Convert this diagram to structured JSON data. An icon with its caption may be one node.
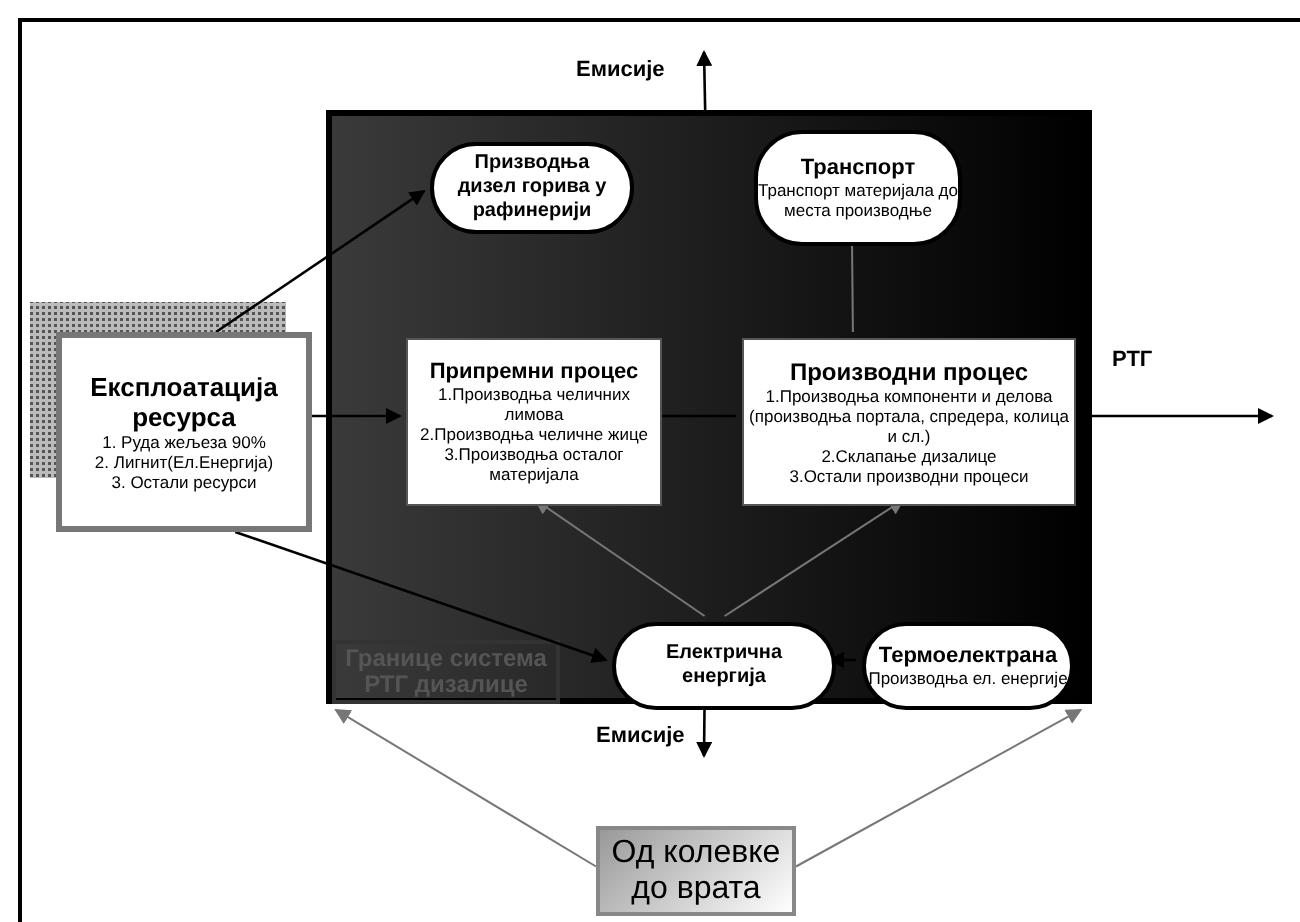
{
  "diagram": {
    "nodes": [
      {
        "text": [
          "Границе система РТГ дизалице"
        ]
      },
      {
        "text": [
          "Призводња дизел горива у рафинерији"
        ],
        "in": 0
      },
      {
        "text": [
          "Транспорт",
          "Транспорт материјала до места производње"
        ],
        "in": 0
      },
      {
        "text": [
          "Експлоатација ресурса",
          "1. Руда жељеза 90%",
          "2. Лигнит(Ел.Енергија)",
          "3. Остали ресурси"
        ]
      },
      {
        "text": [
          "Припремни процес",
          "1.Производња челичних лимова",
          "2.Производња челичне жице",
          "3.Производња осталог материјала"
        ],
        "in": 0
      },
      {
        "text": [
          "Производни процес",
          "1.Производња компоненти и делова (производња портала, спредера, колица и сл.)",
          "2.Склапање дизалице",
          "3.Остали производни процеси"
        ],
        "in": 0
      },
      {
        "text": [
          "Електрична енергија"
        ],
        "in": 0
      },
      {
        "text": [
          "Термоелектрана",
          "Производња ел. енергије"
        ],
        "in": 0
      },
      {
        "text": [
          "Од колевке до врата"
        ]
      }
    ],
    "edges": [
      {
        "from": 3,
        "to": 1,
        "arrow": "to"
      },
      {
        "from": 3,
        "to": 4,
        "arrow": "to"
      },
      {
        "from": 4,
        "to": 5,
        "arrow": "none"
      },
      {
        "from": 5,
        "to": null,
        "arrow": "to",
        "label": "РТГ"
      },
      {
        "from": 3,
        "to": 6,
        "arrow": "to"
      },
      {
        "from": 7,
        "to": 6,
        "arrow": "to"
      },
      {
        "from": 6,
        "to": 4,
        "arrow": "to",
        "color": "#777777"
      },
      {
        "from": 6,
        "to": 5,
        "arrow": "to",
        "color": "#777777"
      },
      {
        "from": 2,
        "to": 5,
        "arrow": "none",
        "color": "#777777"
      },
      {
        "from": 0,
        "to": null,
        "arrow": "to",
        "label": "Емисије"
      },
      {
        "from": 6,
        "to": null,
        "arrow": "to",
        "label": "Емисије"
      },
      {
        "from": 8,
        "to": 0,
        "arrow": "to",
        "color": "#777777"
      },
      {
        "from": 8,
        "to": 0,
        "arrow": "to",
        "color": "#777777"
      }
    ]
  }
}
